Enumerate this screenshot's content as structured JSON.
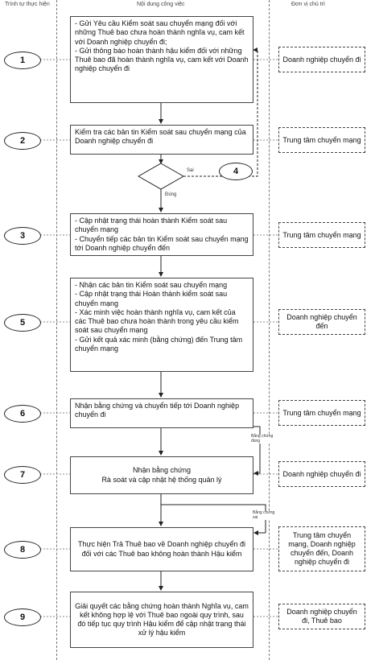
{
  "headers": {
    "steps": "Trình tự thực hiện",
    "content": "Nội dung công việc",
    "unit": "Đơn vị chủ trì"
  },
  "steps": [
    {
      "number": "1",
      "content": "- Gửi Yêu cầu Kiểm soát sau chuyển mạng đối với những Thuê bao chưa hoàn thành nghĩa vụ, cam kết với Doanh nghiệp chuyển đi;\n- Gửi thông báo hoàn thành hậu kiểm đối với những Thuê bao đã hoàn thành nghĩa vụ, cam kết với Doanh nghiệp chuyển đi",
      "unit": "Doanh nghiệp chuyển đi"
    },
    {
      "number": "2",
      "content": "Kiểm tra các bản tin Kiểm soát sau chuyển mạng của Doanh nghiệp chuyển đi",
      "unit": "Trung tâm chuyển mạng"
    },
    {
      "number": "3",
      "content": "- Cập nhật trạng thái hoàn thành Kiểm soát sau chuyển mạng\n- Chuyển tiếp các bản tin Kiểm soát sau chuyển mạng tới Doanh nghiệp chuyển đến",
      "unit": "Trung tâm chuyển mạng"
    },
    {
      "number": "5",
      "content": "- Nhận các bản tin Kiểm soát sau chuyển mạng\n- Cập nhật trạng thái Hoàn thành kiểm soát sau chuyển mạng\n- Xác minh việc hoàn thành nghĩa vụ, cam kết của các Thuê bao chưa hoàn thành trong yêu cầu kiểm soát sau chuyển mạng\n- Gửi kết quả xác minh (bằng chứng) đến Trung tâm chuyển mạng",
      "unit": "Doanh nghiệp chuyển đến"
    },
    {
      "number": "6",
      "content": "Nhận bằng chứng và chuyển tiếp tới Doanh nghiệp chuyển đi",
      "unit": "Trung tâm chuyển mạng"
    },
    {
      "number": "7",
      "content": "Nhận bằng chứng\nRà soát và cập nhật hệ thống quản lý",
      "unit": "Doanh nghiệp chuyển đi"
    },
    {
      "number": "8",
      "content": "Thực hiện Trả Thuê bao về Doanh nghiệp chuyển đi đối với các Thuê bao không hoàn thành Hậu kiểm",
      "unit": "Trung tâm chuyển mạng, Doanh nghiệp chuyển đến, Doanh nghiệp chuyển đi"
    },
    {
      "number": "9",
      "content": "Giải quyết các bằng chứng hoàn thành Nghĩa vụ, cam kết không hợp lệ với Thuê bao ngoài quy trình, sau đó tiếp tục quy trình Hậu kiểm để cập nhật trạng thái xử lý hậu kiểm",
      "unit": "Doanh nghiệp chuyển đi, Thuê bao"
    }
  ],
  "decision": {
    "no_label": "Sai",
    "yes_label": "Đúng",
    "loop_number": "4"
  },
  "side_labels": {
    "valid_evidence": "Bằng chứng đúng",
    "invalid_evidence": "Bằng chứng sai"
  }
}
